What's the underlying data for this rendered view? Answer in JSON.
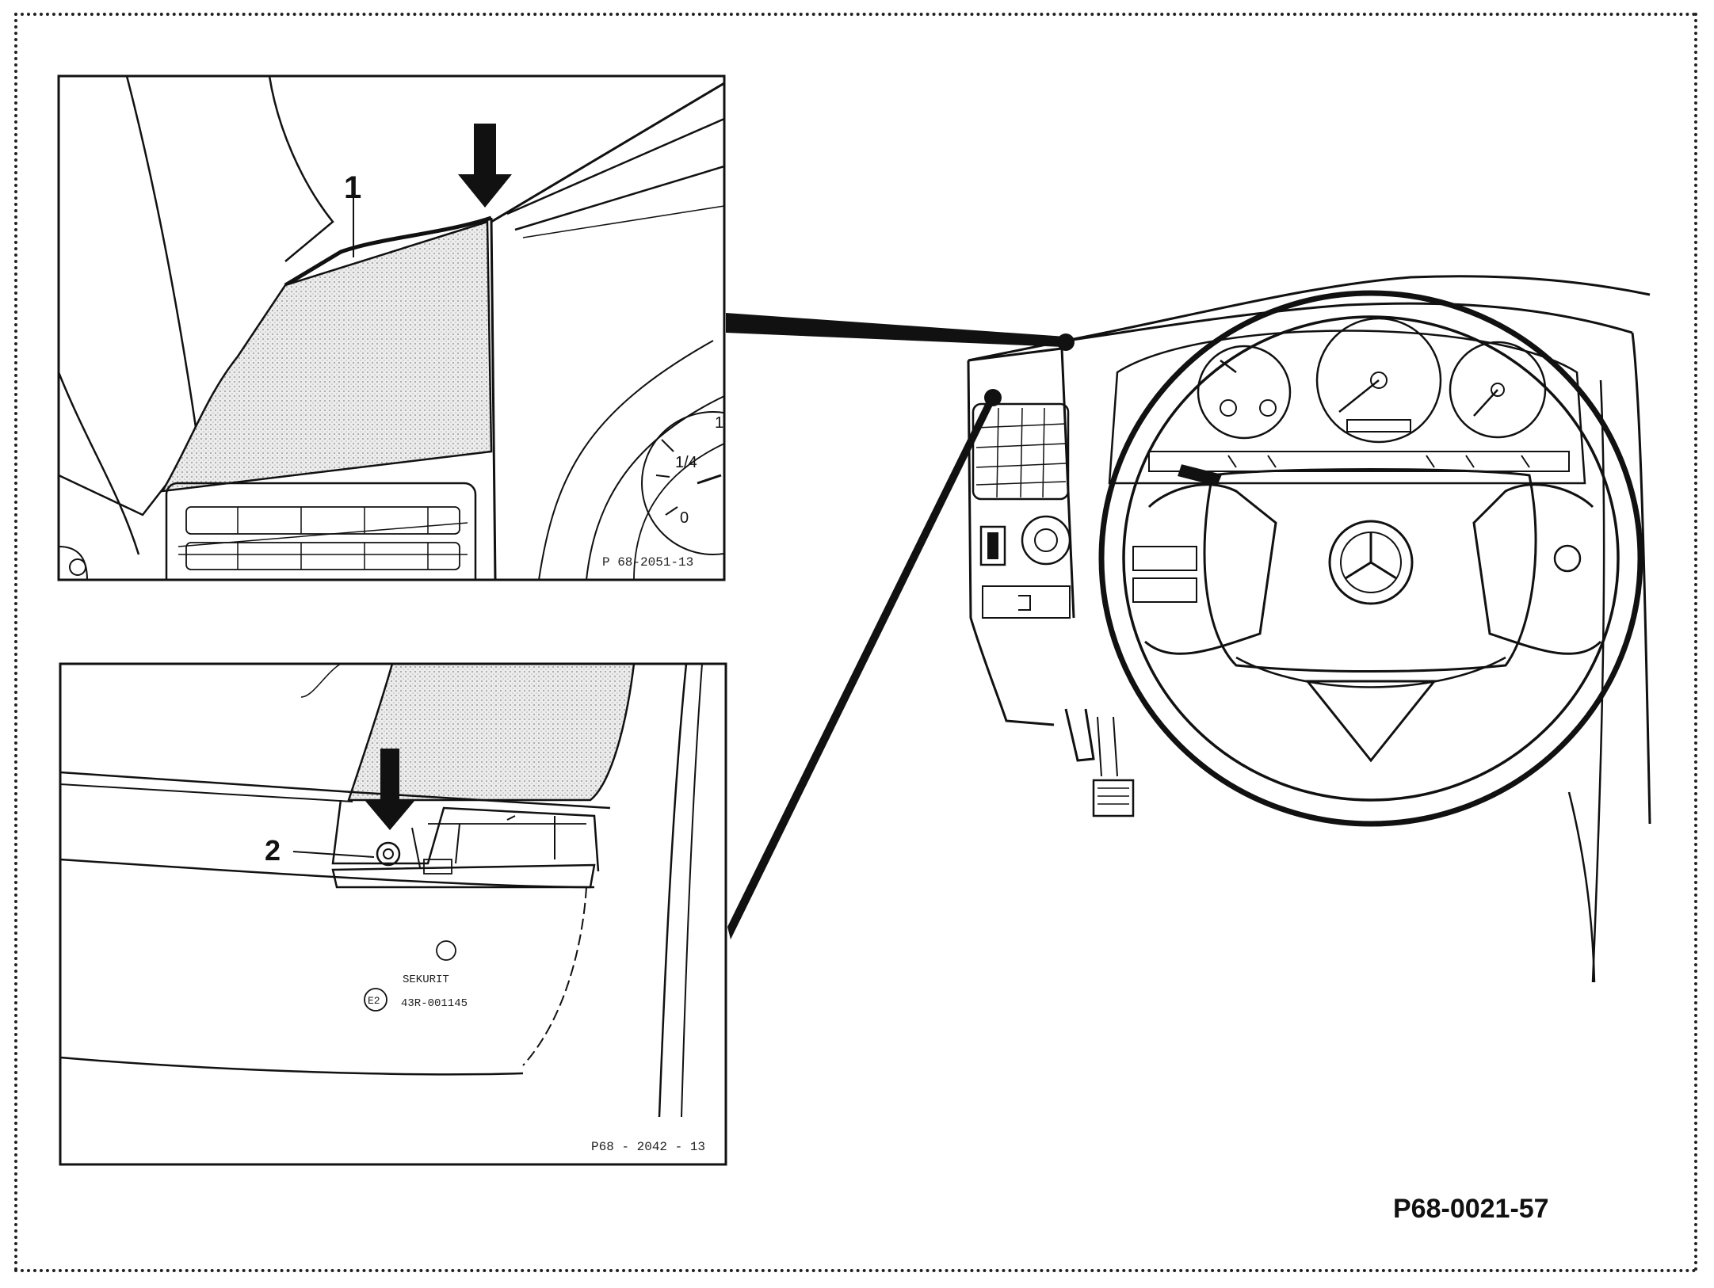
{
  "figure": {
    "main_code": "P68-0021-57",
    "top_inset": {
      "callout_1": "1",
      "code": "P 68-2051-13",
      "gauge_quarter": "1/4",
      "gauge_zero": "0",
      "gauge_one": "1"
    },
    "bottom_inset": {
      "callout_2": "2",
      "code": "P68 - 2042 - 13",
      "sticker_line_1": "SEKURIT",
      "sticker_line_2": "43R-001145",
      "sticker_mark": "E2"
    }
  },
  "colors": {
    "line": "#111111",
    "stipple": "#d9d9d9",
    "paper": "#ffffff"
  }
}
